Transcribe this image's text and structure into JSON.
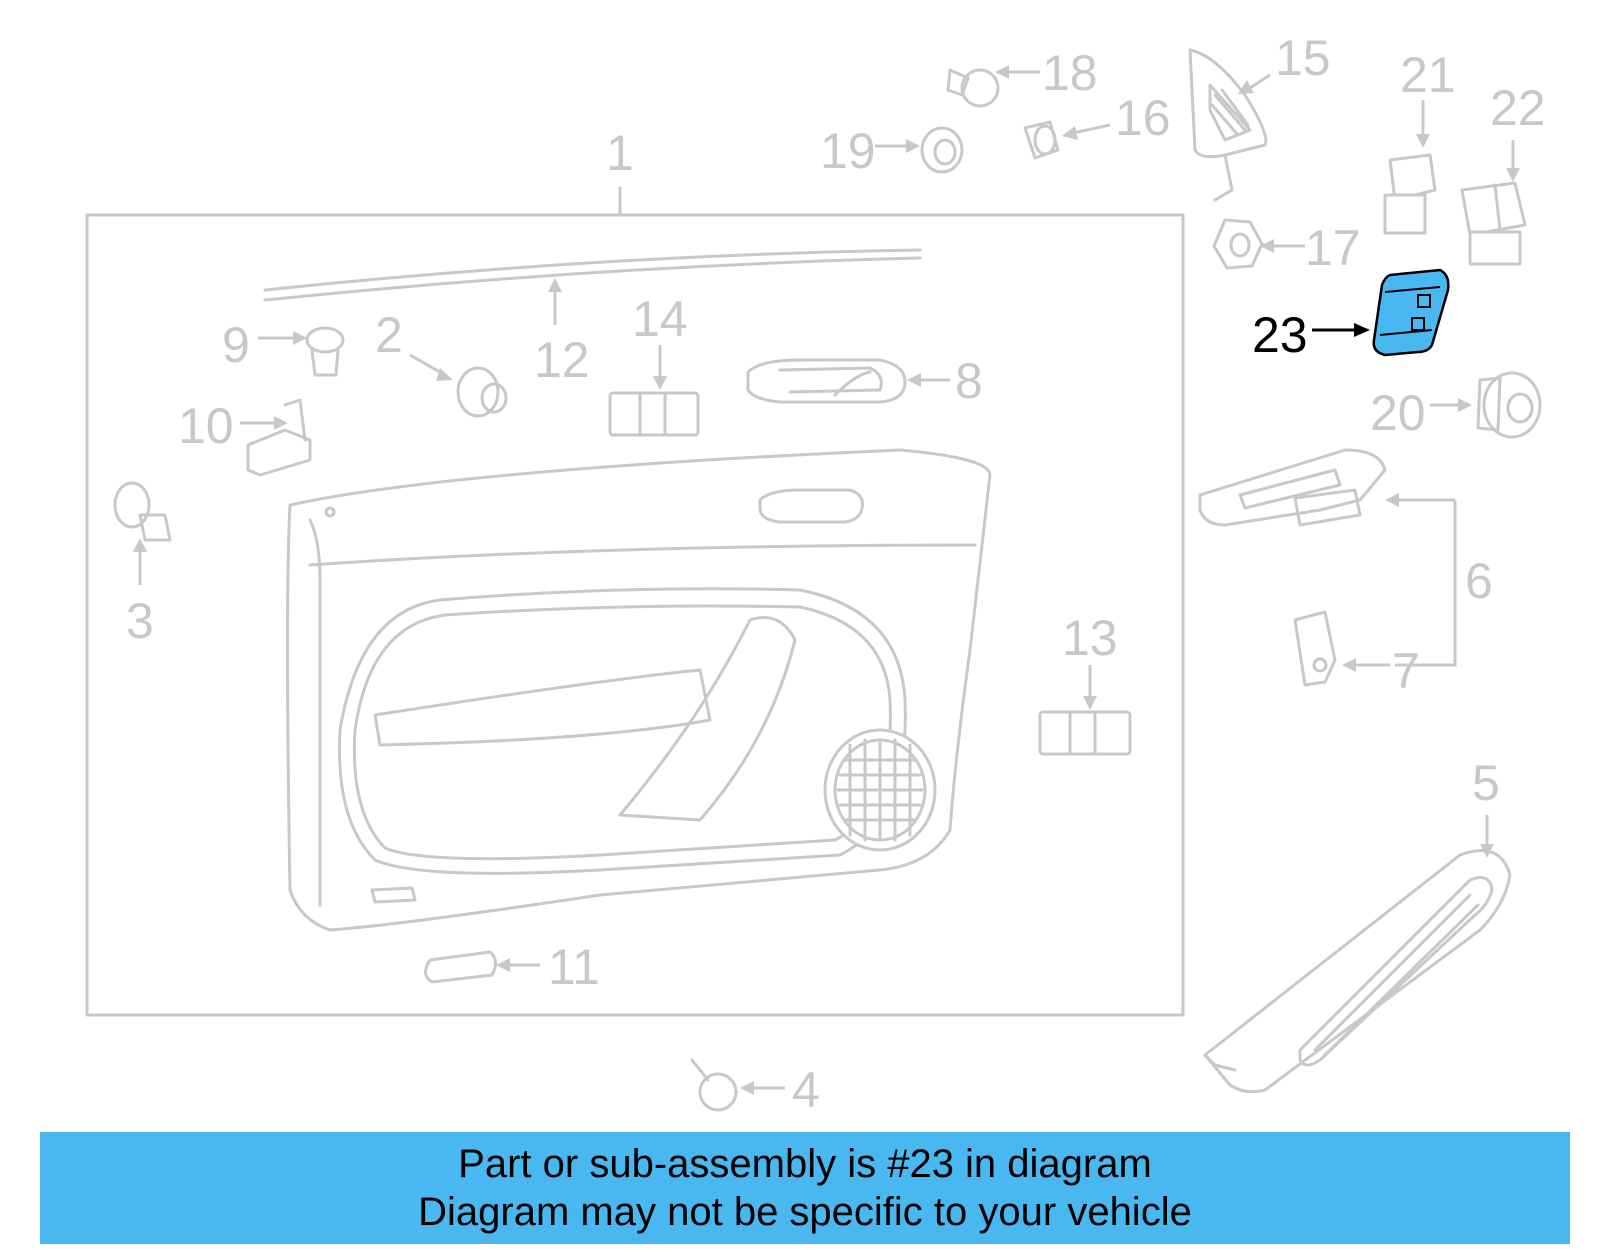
{
  "labels": {
    "p1": "1",
    "p2": "2",
    "p3": "3",
    "p4": "4",
    "p5": "5",
    "p6": "6",
    "p7": "7",
    "p8": "8",
    "p9": "9",
    "p10": "10",
    "p11": "11",
    "p12": "12",
    "p13": "13",
    "p14": "14",
    "p15": "15",
    "p16": "16",
    "p17": "17",
    "p18": "18",
    "p19": "19",
    "p20": "20",
    "p21": "21",
    "p22": "22",
    "p23": "23"
  },
  "highlight": {
    "part": "23",
    "color": "#4ab8f0"
  },
  "colors": {
    "line": "#c8c8c8",
    "banner": "#4ab8f0"
  },
  "banner": {
    "line1": "Part or sub-assembly is #23 in diagram",
    "line2": "Diagram may not be specific to your vehicle"
  }
}
